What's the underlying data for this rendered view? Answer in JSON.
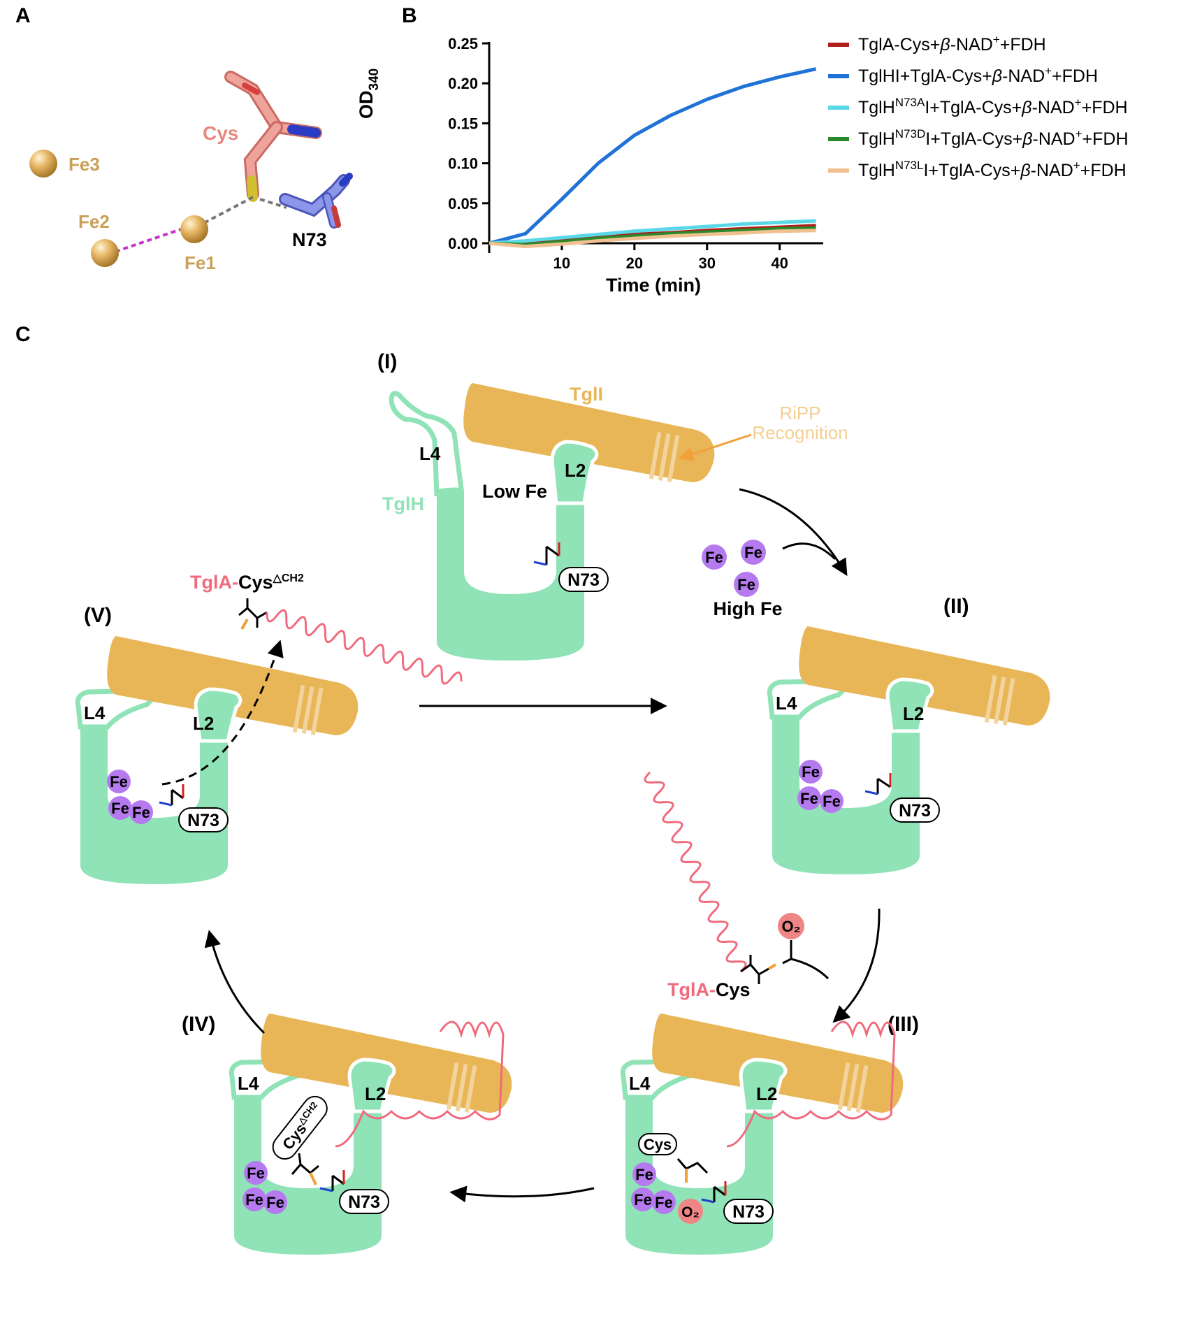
{
  "colors": {
    "tglH": "#8fe3b7",
    "tglI": "#e8b657",
    "tglA": "#f06a7c",
    "fe": "#b57af0",
    "o2": "#f08585",
    "cys_stick": "#e8877f",
    "n73_stick": "#7480dc",
    "fe_sphere": "#e4b466"
  },
  "panelA": {
    "letter": "A",
    "labels": {
      "cys": "Cys",
      "fe3": "Fe3",
      "fe2": "Fe2",
      "fe1": "Fe1",
      "n73": "N73"
    }
  },
  "panelB": {
    "letter": "B",
    "chart_data": {
      "type": "line",
      "xlabel": "Time (min)",
      "ylabel": "OD340",
      "xlim": [
        0,
        46
      ],
      "ylim": [
        0,
        0.25
      ],
      "x_ticks": [
        10,
        20,
        30,
        40
      ],
      "y_ticks": [
        "0.00",
        "0.05",
        "0.10",
        "0.15",
        "0.20",
        "0.25"
      ],
      "x": [
        0,
        5,
        10,
        15,
        20,
        25,
        30,
        35,
        40,
        45
      ],
      "legend_position": "top-right",
      "series": [
        {
          "name": "TglA-Cys+β-NAD+ +FDH",
          "color": "#b01c1c",
          "values": [
            0,
            0.002,
            0.005,
            0.008,
            0.011,
            0.013,
            0.016,
            0.018,
            0.02,
            0.022
          ]
        },
        {
          "name": "TglHI+TglA-Cys+β-NAD+ +FDH",
          "color": "#1f72d6",
          "values": [
            0,
            0.012,
            0.055,
            0.1,
            0.135,
            0.16,
            0.18,
            0.196,
            0.208,
            0.218
          ]
        },
        {
          "name": "TglH N73A I+TglA-Cys+β-NAD+ +FDH",
          "color": "#5ad8e8",
          "values": [
            0,
            0.003,
            0.007,
            0.011,
            0.015,
            0.018,
            0.021,
            0.024,
            0.026,
            0.028
          ]
        },
        {
          "name": "TglH N73D I+TglA-Cys+β-NAD+ +FDH",
          "color": "#2a8a2a",
          "values": [
            0,
            -0.002,
            0.002,
            0.006,
            0.009,
            0.012,
            0.014,
            0.016,
            0.018,
            0.019
          ]
        },
        {
          "name": "TglH N73L I+TglA-Cys+β-NAD+ +FDH",
          "color": "#f0c090",
          "values": [
            0,
            -0.004,
            -0.001,
            0.003,
            0.006,
            0.009,
            0.011,
            0.013,
            0.015,
            0.016
          ]
        }
      ]
    },
    "ylabel_main": "OD",
    "ylabel_sub": "340",
    "legend": [
      {
        "pre": "TglA-Cys+",
        "beta": "β",
        "mid": "-NAD",
        "sup": "+",
        "post": "+FDH"
      },
      {
        "pre": "TglHI+TglA-Cys+",
        "beta": "β",
        "mid": "-NAD",
        "sup": "+",
        "post": "+FDH"
      },
      {
        "pre": "TglH",
        "mut": "N73A",
        "pre2": "I+TglA-Cys+",
        "beta": "β",
        "mid": "-NAD",
        "sup": "+",
        "post": "+FDH"
      },
      {
        "pre": "TglH",
        "mut": "N73D",
        "pre2": "I+TglA-Cys+",
        "beta": "β",
        "mid": "-NAD",
        "sup": "+",
        "post": "+FDH"
      },
      {
        "pre": "TglH",
        "mut": "N73L",
        "pre2": "I+TglA-Cys+",
        "beta": "β",
        "mid": "-NAD",
        "sup": "+",
        "post": "+FDH"
      }
    ]
  },
  "panelC": {
    "letter": "C",
    "states": {
      "s1": "(I)",
      "s2": "(II)",
      "s3": "(III)",
      "s4": "(IV)",
      "s5": "(V)"
    },
    "labels": {
      "tglI": "TglI",
      "tglH": "TglH",
      "ripp_line1": "RiPP",
      "ripp_line2": "Recognition",
      "low_fe": "Low Fe",
      "high_fe": "High Fe",
      "fe": "Fe",
      "l4": "L4",
      "l2": "L2",
      "n73": "N73",
      "o2": "O₂",
      "cys": "Cys",
      "cys_dch2": "Cys",
      "dch2": "△CH2",
      "tglA_prefix": "TglA-",
      "tglA_cys": "Cys"
    }
  }
}
